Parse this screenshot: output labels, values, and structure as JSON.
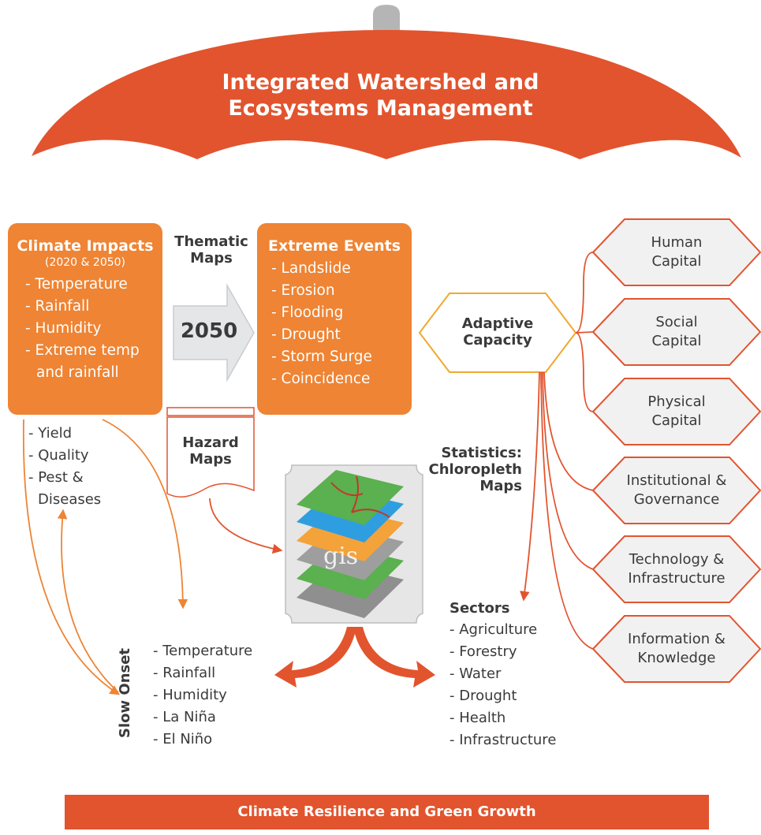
{
  "umbrella": {
    "title_line1": "Integrated Watershed and",
    "title_line2": "Ecosystems Management",
    "color": "#e2542e",
    "handle_color": "#b5b5b5"
  },
  "climate_impacts": {
    "title": "Climate Impacts",
    "subtitle": "(2020 & 2050)",
    "items": [
      "- Temperature",
      "- Rainfall",
      "- Humidity",
      "- Extreme temp",
      "and rainfall"
    ]
  },
  "thematic_maps": {
    "line1": "Thematic",
    "line2": "Maps"
  },
  "arrow_year": "2050",
  "extreme_events": {
    "title": "Extreme Events",
    "items": [
      "- Landslide",
      "- Erosion",
      "- Flooding",
      "- Drought",
      "- Storm Surge",
      "- Coincidence"
    ]
  },
  "impact_items": [
    "- Yield",
    "- Quality",
    "- Pest &",
    "Diseases"
  ],
  "hazard_maps": {
    "line1": "Hazard",
    "line2": "Maps"
  },
  "adaptive_capacity": {
    "line1": "Adaptive",
    "line2": "Capacity"
  },
  "capitals": [
    {
      "line1": "Human",
      "line2": "Capital"
    },
    {
      "line1": "Social",
      "line2": "Capital"
    },
    {
      "line1": "Physical",
      "line2": "Capital"
    },
    {
      "line1": "Institutional &",
      "line2": "Governance"
    },
    {
      "line1": "Technology &",
      "line2": "Infrastructure"
    },
    {
      "line1": "Information &",
      "line2": "Knowledge"
    }
  ],
  "statistics": {
    "line1": "Statistics:",
    "line2": "Chloropleth",
    "line3": "Maps"
  },
  "gis_label": "gis",
  "slow_onset": {
    "label": "Slow Onset",
    "items": [
      "- Temperature",
      "- Rainfall",
      "- Humidity",
      "- La Niña",
      "- El Niño"
    ]
  },
  "sectors": {
    "title": "Sectors",
    "items": [
      "- Agriculture",
      "- Forestry",
      "- Water",
      "- Drought",
      "- Health",
      "- Infrastructure"
    ]
  },
  "bottom_banner": "Climate Resilience and Green Growth",
  "colors": {
    "orange_box": "#ee8434",
    "red_orange": "#e2542e",
    "hex_fill": "#f1f1f1",
    "adaptive_border": "#f0a830"
  }
}
